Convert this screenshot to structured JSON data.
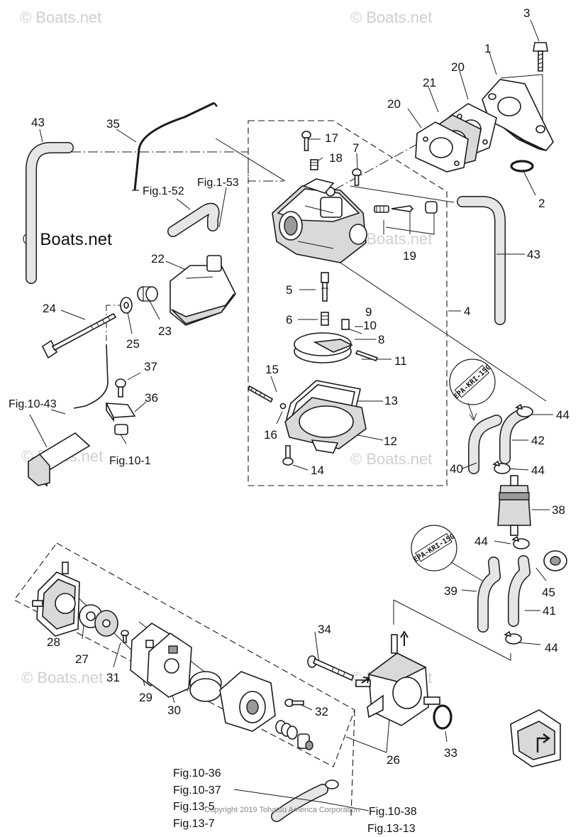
{
  "watermarks": {
    "site": "© Boats.net",
    "site_prominent": "© Boats.net",
    "copyright": "Copyright 2019 Tohatsu America Corporation"
  },
  "stamps": {
    "upper": "EPA-KRI-15G",
    "lower": "EPA-KRI-15G"
  },
  "callouts": {
    "c1": "1",
    "c2": "2",
    "c3": "3",
    "c4": "4",
    "c5": "5",
    "c6": "6",
    "c7": "7",
    "c8": "8",
    "c9": "9",
    "c10": "10",
    "c11": "11",
    "c12": "12",
    "c13": "13",
    "c14": "14",
    "c15": "15",
    "c16": "16",
    "c17": "17",
    "c18": "18",
    "c19": "19",
    "c20a": "20",
    "c20b": "20",
    "c21": "21",
    "c22": "22",
    "c23": "23",
    "c24": "24",
    "c25": "25",
    "c26": "26",
    "c27": "27",
    "c28": "28",
    "c29": "29",
    "c30": "30",
    "c31": "31",
    "c32": "32",
    "c33": "33",
    "c34": "34",
    "c35": "35",
    "c36": "36",
    "c37": "37",
    "c38": "38",
    "c39": "39",
    "c40": "40",
    "c41": "41",
    "c42": "42",
    "c43a": "43",
    "c43b": "43",
    "c44a": "44",
    "c44b": "44",
    "c44c": "44",
    "c44d": "44",
    "c45": "45"
  },
  "figure_refs": {
    "fig1_52": "Fig.1-52",
    "fig1_53": "Fig.1-53",
    "fig10_43": "Fig.10-43",
    "fig10_1": "Fig.10-1",
    "fig10_36": "Fig.10-36",
    "fig10_37": "Fig.10-37",
    "fig13_5": "Fig.13-5",
    "fig13_7": "Fig.13-7",
    "fig10_38": "Fig.10-38",
    "fig13_13": "Fig.13-13"
  }
}
